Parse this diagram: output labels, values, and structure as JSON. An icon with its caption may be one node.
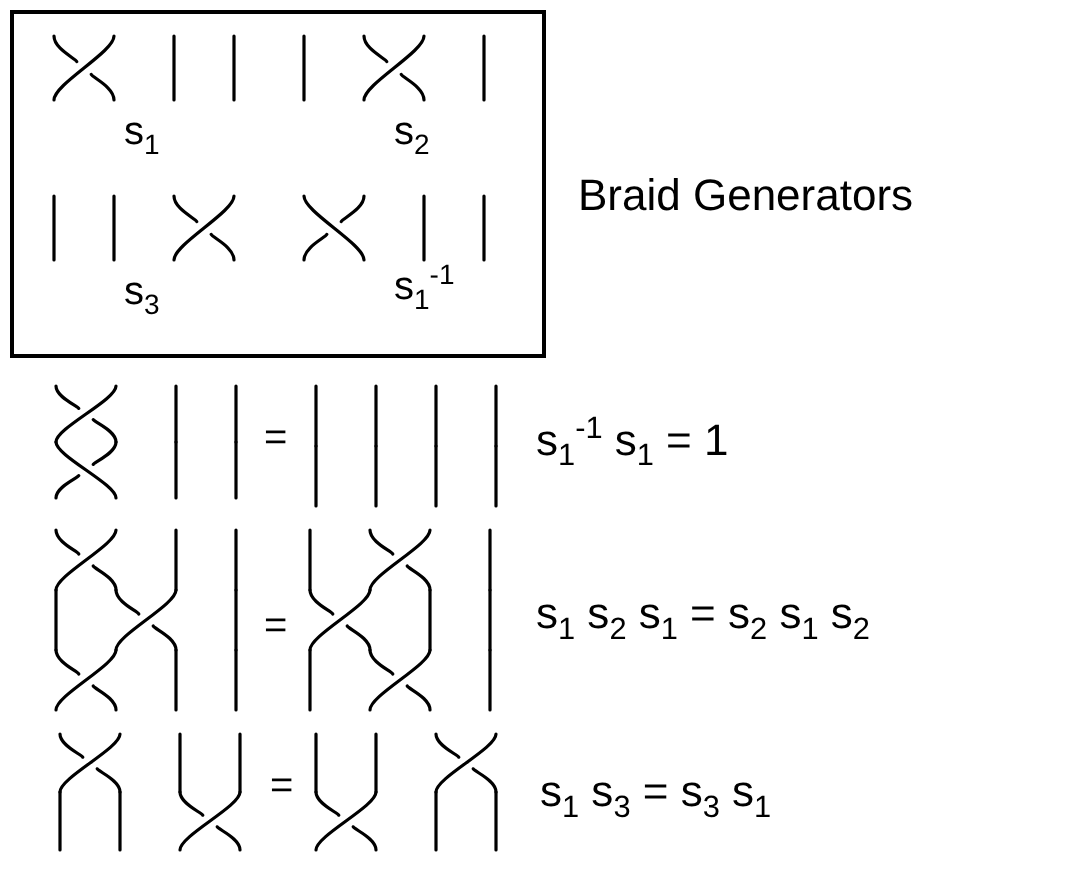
{
  "diagram": {
    "nodes": [
      {
        "text": [
          "s$_{1}$",
          "s$_{2}$",
          "s$_{3}$",
          "s$_{1}$$^{-1}$",
          "Braid Generators"
        ]
      }
    ],
    "labels": [
      "=",
      "s$_{1}$$^{-1}$ s$_{1}$ = 1",
      "=",
      "s$_{1}$ s$_{2}$ s$_{1}$ = s$_{2}$ s$_{1}$ s$_{2}$",
      "=",
      "s$_{1}$ s$_{3}$ = s$_{3}$ s$_{1}$"
    ]
  }
}
